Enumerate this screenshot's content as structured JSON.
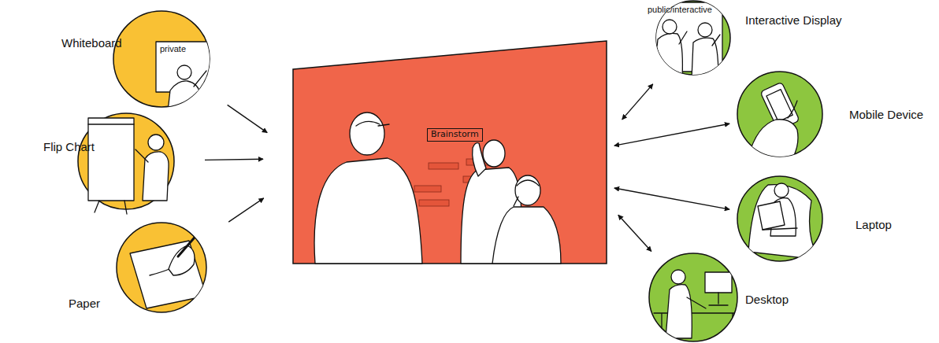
{
  "diagram": {
    "nodes": [
      {
        "text": [
          "Whiteboard",
          "private"
        ]
      },
      {
        "text": [
          "Flip Chart"
        ]
      },
      {
        "text": [
          "Paper"
        ]
      },
      {
        "text": [
          "Brainstorm"
        ]
      },
      {
        "text": [
          "Interactive Display",
          "public/interactive"
        ]
      },
      {
        "text": [
          "Mobile Device"
        ]
      },
      {
        "text": [
          "Laptop"
        ]
      },
      {
        "text": [
          "Desktop"
        ]
      }
    ],
    "edges": [
      {
        "from": 0,
        "to": 3,
        "arrow": "to"
      },
      {
        "from": 1,
        "to": 3,
        "arrow": "to"
      },
      {
        "from": 2,
        "to": 3,
        "arrow": "to"
      },
      {
        "from": 3,
        "to": 4,
        "arrow": "both"
      },
      {
        "from": 3,
        "to": 5,
        "arrow": "both"
      },
      {
        "from": 3,
        "to": 6,
        "arrow": "both"
      },
      {
        "from": 3,
        "to": 7,
        "arrow": "both"
      }
    ]
  }
}
